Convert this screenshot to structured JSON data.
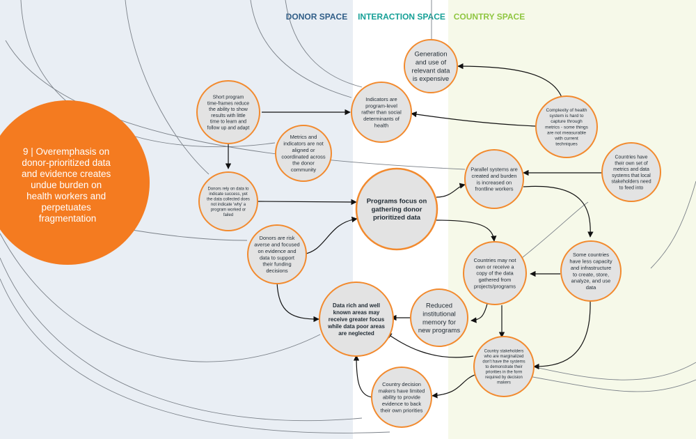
{
  "colors": {
    "donor_bg": "#e9eef4",
    "interaction_bg": "#ffffff",
    "country_bg": "#f6f9e9",
    "donor_label": "#2f5d87",
    "interaction_label": "#17a097",
    "country_label": "#8fc641",
    "node_fill": "#e3e3e3",
    "node_stroke": "#f28a2e",
    "main_fill": "#f47b20",
    "arrow": "#111111",
    "faint_line": "#7a8088"
  },
  "regions": {
    "donor": "DONOR SPACE",
    "interaction": "INTERACTION SPACE",
    "country": "COUNTRY SPACE"
  },
  "main_node": {
    "lines": [
      "9 | Overemphasis on",
      "donor-prioritized data",
      "and evidence creates",
      "undue burden on",
      "health workers and",
      "perpetuates",
      "fragmentation"
    ]
  },
  "nodes": [
    {
      "id": "generation",
      "lines": [
        "Generation",
        "and use of",
        "relevant data",
        "is expensive"
      ]
    },
    {
      "id": "short-timeframes",
      "lines": [
        "Short program",
        "time-frames reduce",
        "the ability to show",
        "results with little",
        "time to learn and",
        "follow up and adapt"
      ]
    },
    {
      "id": "indicators-program-level",
      "lines": [
        "Indicators are",
        "program-level",
        "rather than social",
        "determinants of",
        "health"
      ]
    },
    {
      "id": "complexity",
      "lines": [
        "Complexity of health",
        "system is hard to",
        "capture through",
        "metrics - some things",
        "are not measurable",
        "with current",
        "techniques"
      ]
    },
    {
      "id": "metrics-not-aligned",
      "lines": [
        "Metrics and",
        "indicators are not",
        "aligned or",
        "coordinated across",
        "the donor",
        "community"
      ]
    },
    {
      "id": "parallel-systems",
      "lines": [
        "Parallel systems are",
        "created and burden",
        "is increased on",
        "frontline workers"
      ]
    },
    {
      "id": "countries-own-metrics",
      "lines": [
        "Countries have",
        "their own set of",
        "metrics and data",
        "systems that local",
        "stakeholders need",
        "to feed into"
      ]
    },
    {
      "id": "donors-rely",
      "lines": [
        "Donors rely on data to",
        "indicate success, yet",
        "the data collected does",
        "not indicate 'why' a",
        "program worked or",
        "failed"
      ]
    },
    {
      "id": "programs-focus",
      "lines": [
        "Programs focus on",
        "gathering donor",
        "prioritized data"
      ]
    },
    {
      "id": "risk-averse",
      "lines": [
        "Donors are risk",
        "averse and focused",
        "on evidence and",
        "data to support",
        "their funding",
        "decisions"
      ]
    },
    {
      "id": "countries-may-not-own",
      "lines": [
        "Countries may not",
        "own or receive a",
        "copy of the data",
        "gathered from",
        "projects/programs"
      ]
    },
    {
      "id": "less-capacity",
      "lines": [
        "Some countries",
        "have less capacity",
        "and infrastructure",
        "to create, store,",
        "analyze, and use",
        "data"
      ]
    },
    {
      "id": "data-rich",
      "lines": [
        "Data rich and well",
        "known areas may",
        "receive greater focus",
        "while data poor areas",
        "are neglected"
      ]
    },
    {
      "id": "reduced-memory",
      "lines": [
        "Reduced",
        "institutional",
        "memory for",
        "new programs"
      ]
    },
    {
      "id": "marginalized",
      "lines": [
        "Country stakeholders",
        "who are marginalized",
        "don't have the systems",
        "to demonstrate their",
        "priorities in the form",
        "required by decision",
        "makers"
      ]
    },
    {
      "id": "limited-ability",
      "lines": [
        "Country decision",
        "makers have limited",
        "ability to provide",
        "evidence to back",
        "their own priorities"
      ]
    }
  ]
}
